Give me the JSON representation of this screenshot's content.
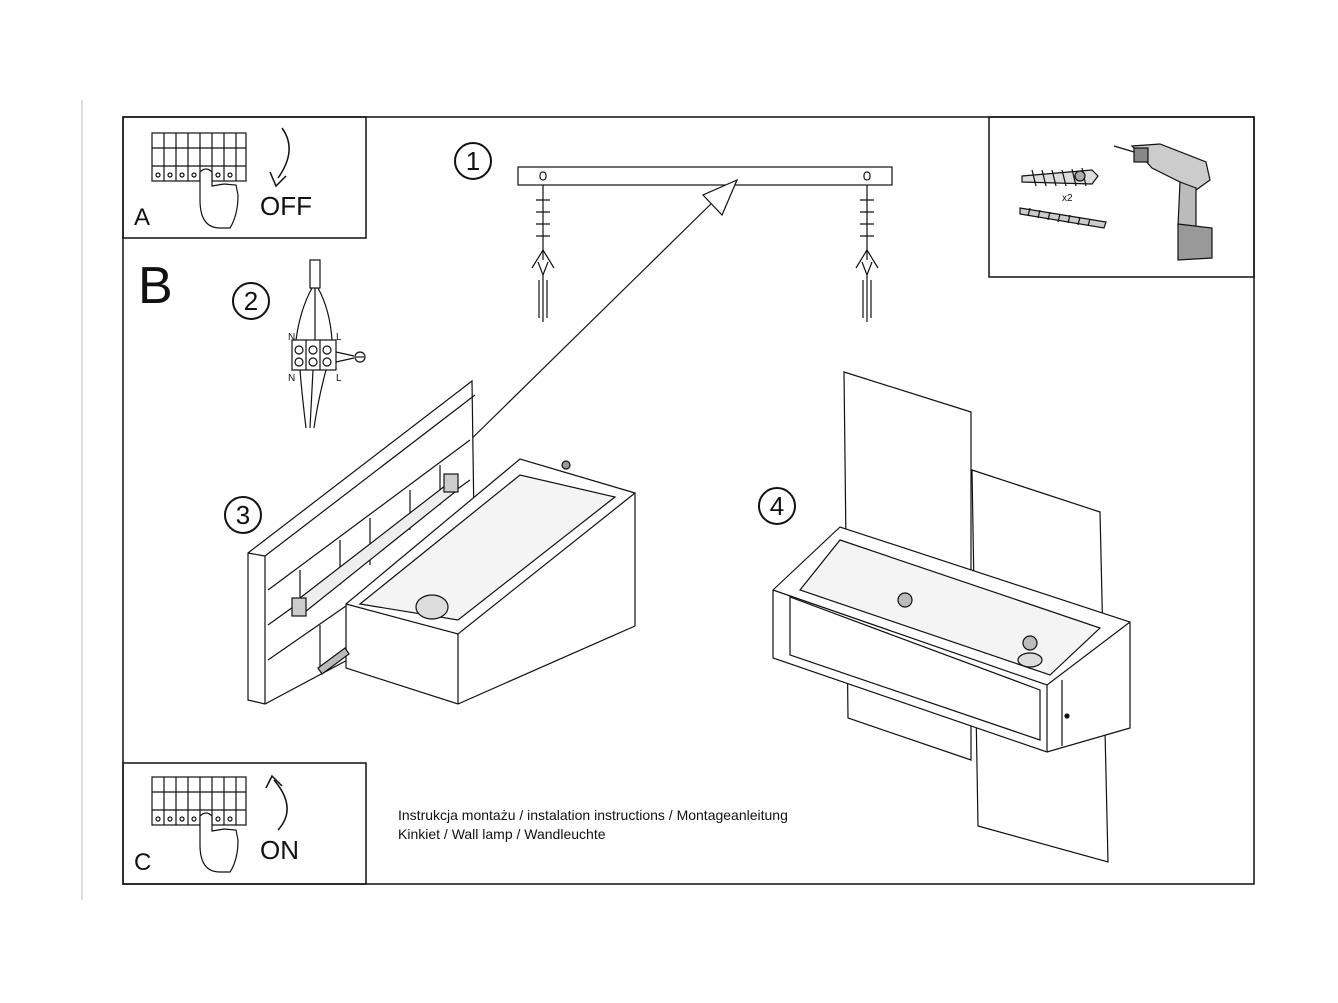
{
  "panels": {
    "a": {
      "letter": "A",
      "state": "OFF"
    },
    "b": {
      "letter": "B"
    },
    "c": {
      "letter": "C",
      "state": "ON"
    }
  },
  "steps": [
    "1",
    "2",
    "3",
    "4"
  ],
  "tools": {
    "quantity": "x2"
  },
  "wiring": {
    "n_top": "N",
    "l_top": "L",
    "n_bottom": "N",
    "l_bottom": "L"
  },
  "caption": {
    "line1": "Instrukcja montażu / instalation instructions / Montageanleitung",
    "line2": "Kinkiet / Wall lamp / Wandleuchte"
  }
}
